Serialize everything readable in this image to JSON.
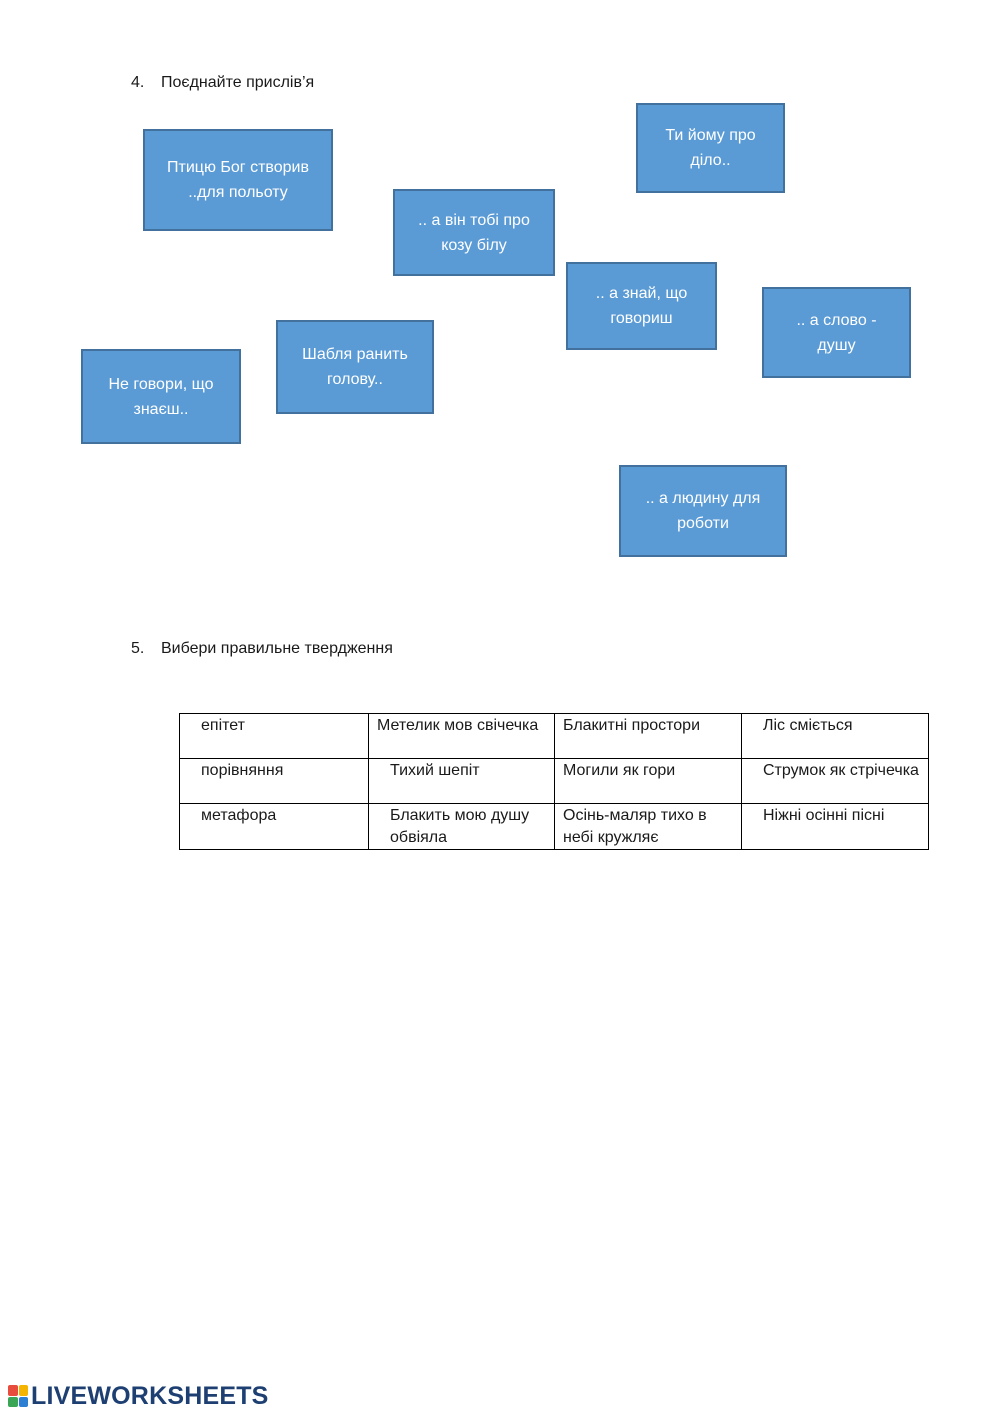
{
  "task4": {
    "number": "4.",
    "title": "Поєднайте прислів’я",
    "cards": [
      {
        "id": "card-ptytsiu",
        "line1": "Птицю Бог створив",
        "line2": "..для польоту"
      },
      {
        "id": "card-ty-yomu",
        "line1": "Ти йому про",
        "line2": "діло.."
      },
      {
        "id": "card-a-vin-tobi",
        "line1": ".. а він тобі про",
        "line2": "козу білу"
      },
      {
        "id": "card-a-znai",
        "line1": ".. а знай, що",
        "line2": "говориш"
      },
      {
        "id": "card-a-slovo",
        "line1": ".. а слово -",
        "line2": "душу"
      },
      {
        "id": "card-shablia",
        "line1": "Шабля ранить",
        "line2": "голову.."
      },
      {
        "id": "card-ne-hovory",
        "line1": "Не говори, що",
        "line2": "знаєш.."
      },
      {
        "id": "card-a-liudynu",
        "line1": ".. а людину для",
        "line2": "роботи"
      }
    ]
  },
  "task5": {
    "number": "5.",
    "title": "Вибери правильне твердження",
    "rows": [
      {
        "label": "епітет",
        "options": [
          "Метелик мов свічечка",
          "Блакитні простори",
          "Ліс сміється"
        ]
      },
      {
        "label": "порівняння",
        "options": [
          "Тихий шепіт",
          "Могили як гори",
          "Струмок як стрічечка"
        ]
      },
      {
        "label": "метафора",
        "options": [
          "Блакить мою душу обвіяла",
          "Осінь-маляр тихо в небі кружляє",
          "Ніжні осінні пісні"
        ]
      }
    ]
  },
  "footer": {
    "logo_text": "LIVEWORKSHEETS",
    "logo_mark_letters": "LIVE",
    "logo_colors": [
      "#e84c3d",
      "#f5b400",
      "#3aa655",
      "#2d7fd3"
    ]
  }
}
